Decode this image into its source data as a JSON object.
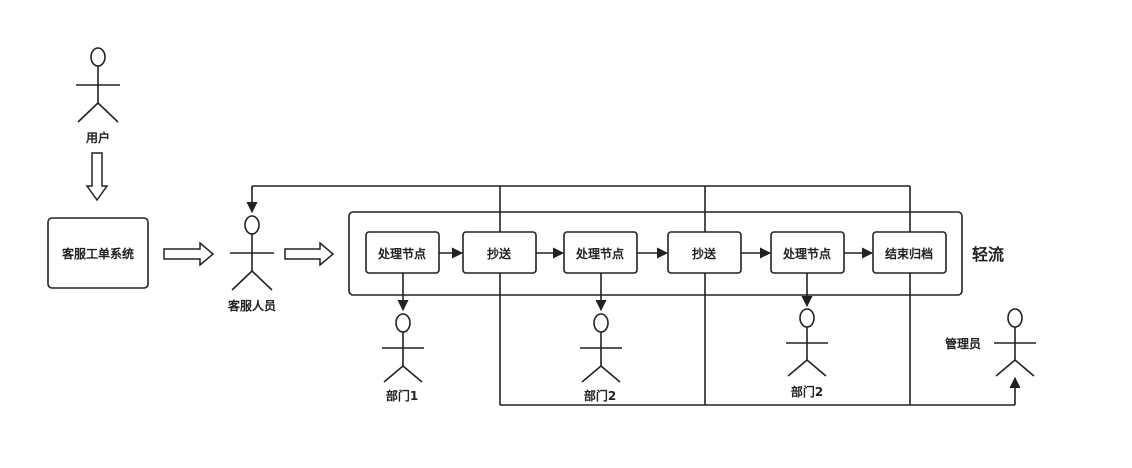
{
  "actors": {
    "user": "用户",
    "service_staff": "客服人员",
    "dept1": "部门1",
    "dept2a": "部门2",
    "dept2b": "部门2",
    "admin": "管理员"
  },
  "system_box": "客服工单系统",
  "flow_nodes": [
    "处理节点",
    "抄送",
    "处理节点",
    "抄送",
    "处理节点",
    "结束归档"
  ],
  "platform_label": "轻流"
}
